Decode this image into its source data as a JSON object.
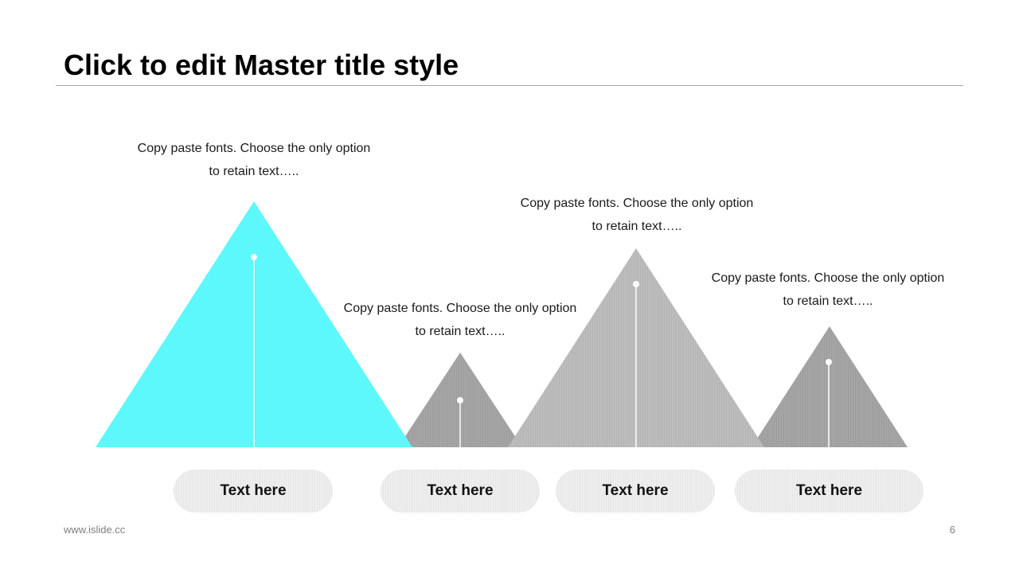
{
  "slide": {
    "title": "Click to edit Master title style",
    "footer_url": "www.islide.cc",
    "page_number": "6"
  },
  "colors": {
    "accent": "#5cf8fb",
    "gray_dark": "#a5a5a5",
    "gray_light": "#bdbdbd",
    "pill_bg": "#eeeeee",
    "rule": "#a6a6a6"
  },
  "peaks": [
    {
      "caption_line1": "Copy paste fonts. Choose the only option",
      "caption_line2": "to retain text…..",
      "label": "Text here",
      "color": "#5cf8fb"
    },
    {
      "caption_line1": "Copy paste fonts. Choose the only option",
      "caption_line2": "to retain text…..",
      "label": "Text here",
      "color": "#a5a5a5"
    },
    {
      "caption_line1": "Copy paste fonts. Choose the only option",
      "caption_line2": "to retain text…..",
      "label": "Text here",
      "color": "#bdbdbd"
    },
    {
      "caption_line1": "Copy paste fonts. Choose the only option",
      "caption_line2": "to retain text…..",
      "label": "Text here",
      "color": "#a5a5a5"
    }
  ]
}
